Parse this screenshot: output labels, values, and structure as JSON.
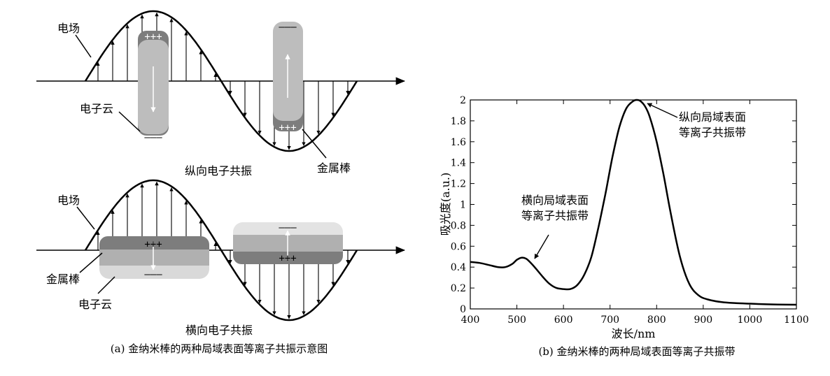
{
  "panel_a": {
    "top": {
      "field_label": "电场",
      "cloud_label": "电子云",
      "rod_label": "金属棒",
      "title": "纵向电子共振",
      "plus": "+++",
      "minus": "———"
    },
    "bottom": {
      "field_label": "电场",
      "rod_label": "金属棒",
      "cloud_label": "电子云",
      "title": "横向电子共振",
      "plus": "+++",
      "minus": "———"
    },
    "caption": "(a) 金纳米棒的两种局域表面等离子共振示意图"
  },
  "panel_b": {
    "caption": "(b) 金纳米棒的两种局域表面等离子共振带",
    "annotation_longitudinal": [
      "纵向局域表面",
      "等离子共振带"
    ],
    "annotation_transverse": [
      "横向局域表面",
      "等离子共振带"
    ]
  },
  "chart_data": {
    "type": "line",
    "xlabel": "波长/nm",
    "ylabel": "吸光度(a.u.)",
    "xlim": [
      400,
      1100
    ],
    "ylim": [
      0,
      2
    ],
    "xticks": [
      400,
      500,
      600,
      700,
      800,
      900,
      1000,
      1100
    ],
    "yticks": [
      0,
      0.2,
      0.4,
      0.6,
      0.8,
      1,
      1.2,
      1.4,
      1.6,
      1.8,
      2
    ],
    "ytick_labels": [
      "0",
      "0.2",
      "0.4",
      "0.6",
      "0.8",
      "1",
      "1.2",
      "1.4",
      "1.6",
      "1.8",
      "2"
    ],
    "series": [
      {
        "x": [
          400,
          420,
          440,
          460,
          475,
          490,
          500,
          510,
          520,
          530,
          540,
          555,
          570,
          585,
          600,
          615,
          630,
          645,
          660,
          675,
          690,
          705,
          720,
          735,
          750,
          758,
          765,
          775,
          785,
          800,
          815,
          830,
          850,
          870,
          890,
          910,
          940,
          970,
          1000,
          1030,
          1060,
          1100
        ],
        "y": [
          0.45,
          0.44,
          0.42,
          0.4,
          0.4,
          0.43,
          0.47,
          0.49,
          0.48,
          0.44,
          0.39,
          0.31,
          0.24,
          0.2,
          0.19,
          0.19,
          0.23,
          0.33,
          0.5,
          0.78,
          1.1,
          1.45,
          1.74,
          1.92,
          1.99,
          2.0,
          1.99,
          1.94,
          1.84,
          1.6,
          1.28,
          0.92,
          0.5,
          0.24,
          0.13,
          0.09,
          0.065,
          0.055,
          0.05,
          0.045,
          0.042,
          0.04
        ]
      }
    ]
  }
}
